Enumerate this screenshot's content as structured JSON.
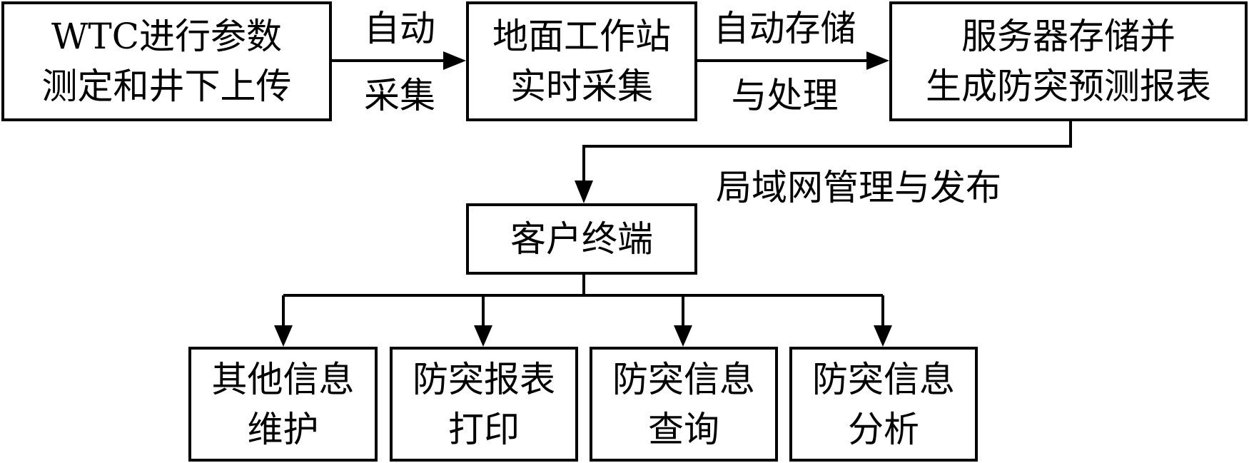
{
  "top_row": {
    "box1": {
      "line1": "WTC进行参数",
      "line2": "测定和井下上传"
    },
    "arrow1_label": {
      "line1": "自动",
      "line2": "采集"
    },
    "box2": {
      "line1": "地面工作站",
      "line2": "实时采集"
    },
    "arrow2_label": {
      "line1": "自动存储",
      "line2": "与处理"
    },
    "box3": {
      "line1": "服务器存储并",
      "line2": "生成防突预测报表"
    }
  },
  "lan_label": "局域网管理与发布",
  "client_terminal": "客户终端",
  "bottom_row": [
    {
      "line1": "其他信息",
      "line2": "维护"
    },
    {
      "line1": "防突报表",
      "line2": "打印"
    },
    {
      "line1": "防突信息",
      "line2": "查询"
    },
    {
      "line1": "防突信息",
      "line2": "分析"
    }
  ]
}
